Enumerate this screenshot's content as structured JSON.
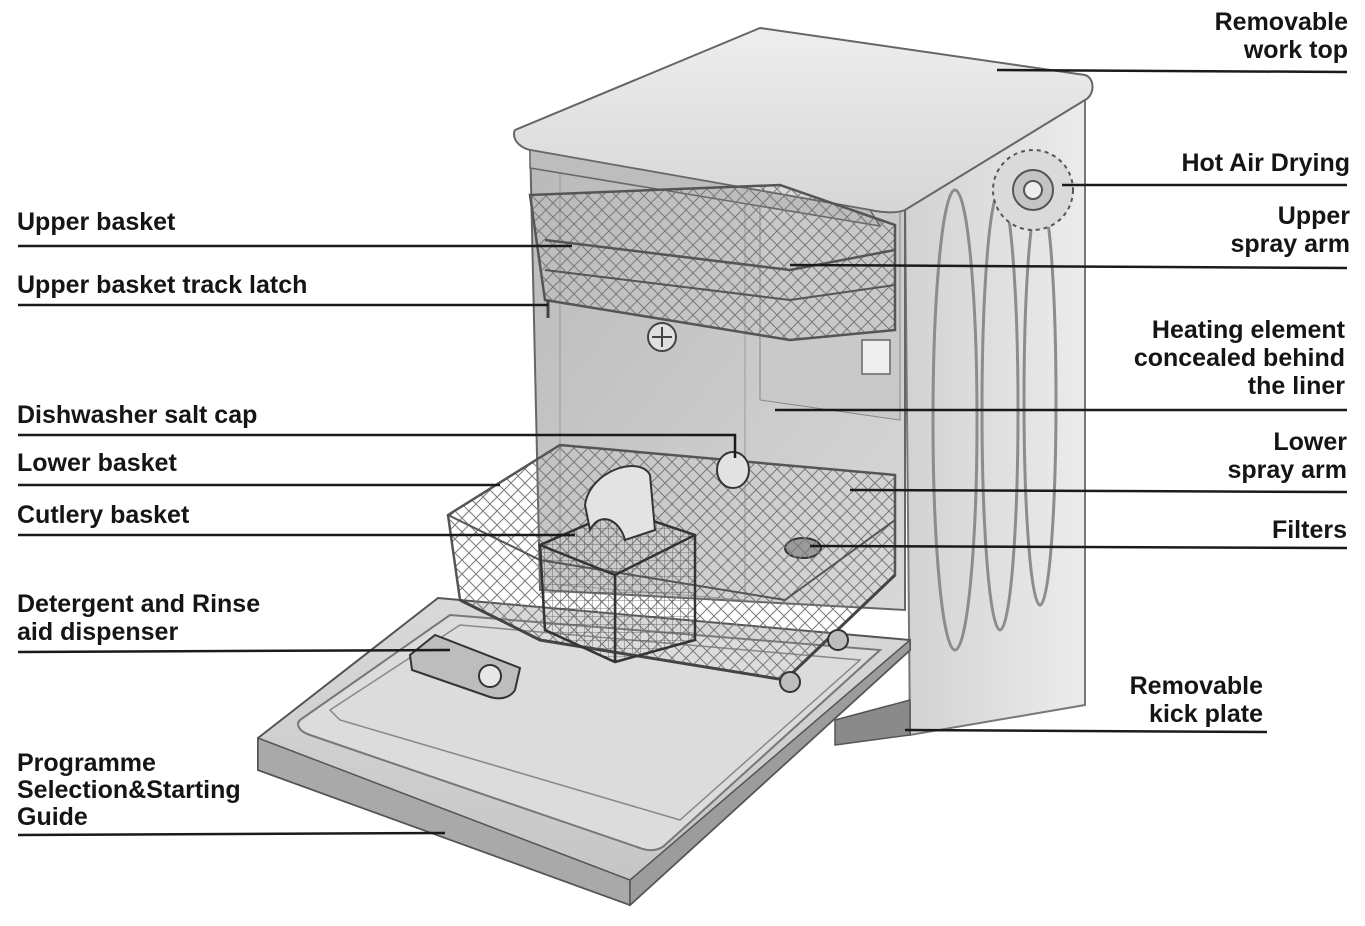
{
  "labels": {
    "worktop": [
      "Removable",
      "work top"
    ],
    "hot_air": [
      "Hot Air Drying"
    ],
    "upper_spray": [
      "Upper",
      "spray arm"
    ],
    "heating": [
      "Heating element",
      "concealed behind",
      "the liner"
    ],
    "lower_spray": [
      "Lower",
      "spray arm"
    ],
    "filters": [
      "Filters"
    ],
    "kick_plate": [
      "Removable",
      "kick plate"
    ],
    "upper_basket": [
      "Upper basket"
    ],
    "track_latch": [
      "Upper basket track latch"
    ],
    "salt_cap": [
      "Dishwasher salt cap"
    ],
    "lower_basket": [
      "Lower basket"
    ],
    "cutlery": [
      "Cutlery basket"
    ],
    "detergent": [
      "Detergent and Rinse",
      "aid dispenser"
    ],
    "programme": [
      "Programme",
      "Selection&Starting",
      "Guide"
    ]
  },
  "colors": {
    "line": "#1a1a1a",
    "body_light": "#e6e6e6",
    "body_mid": "#cfcfcf",
    "body_dark": "#9a9a9a",
    "interior": "#bdbdbd",
    "rack": "#6f6f6f"
  }
}
